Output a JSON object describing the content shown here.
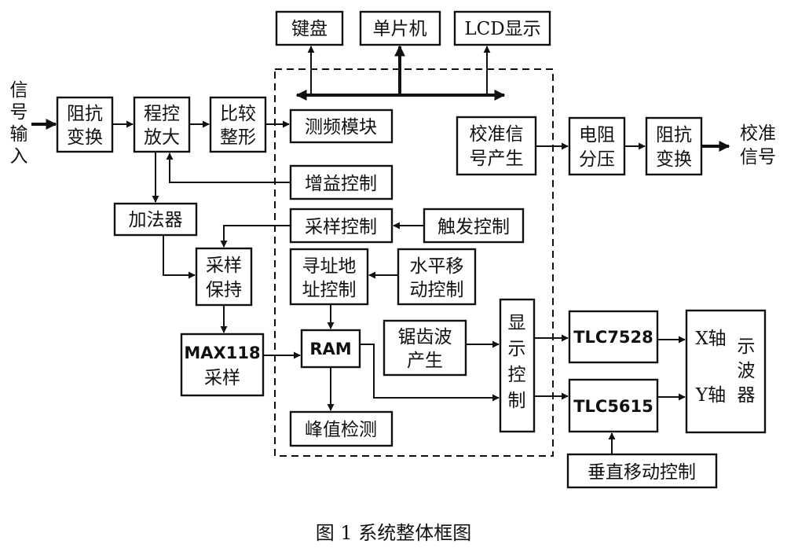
{
  "caption": "图 1  系统整体框图",
  "blocks": {
    "keyboard": "键盘",
    "mcu": "单片机",
    "lcd": "LCD显示",
    "signal_in": [
      "信",
      "号",
      "输",
      "入"
    ],
    "impedance1": [
      "阻抗",
      "变换"
    ],
    "pga": [
      "程控",
      "放大"
    ],
    "comparator": [
      "比较",
      "整形"
    ],
    "freq_module": "测频模块",
    "gain_ctrl": "增益控制",
    "adder": "加法器",
    "sample_ctrl": "采样控制",
    "trigger_ctrl": "触发控制",
    "sample_hold": [
      "采样",
      "保持"
    ],
    "addr_ctrl": [
      "寻址地",
      "址控制"
    ],
    "hmove_ctrl": [
      "水平移",
      "动控制"
    ],
    "max118": [
      "MAX118",
      "采样"
    ],
    "ram": "RAM",
    "sawtooth": [
      "锯齿波",
      "产生"
    ],
    "display_ctrl": [
      "显",
      "示",
      "控",
      "制"
    ],
    "peak_detect": "峰值检测",
    "cal_gen": [
      "校准信",
      "号产生"
    ],
    "divider": [
      "电阻",
      "分压"
    ],
    "impedance2": [
      "阻抗",
      "变换"
    ],
    "cal_out": [
      "校准",
      "信号"
    ],
    "tlc7528": "TLC7528",
    "tlc5615": "TLC5615",
    "vmove_ctrl": "垂直移动控制",
    "x_axis": "X轴",
    "y_axis": "Y轴",
    "scope": [
      "示",
      "波",
      "器"
    ]
  }
}
